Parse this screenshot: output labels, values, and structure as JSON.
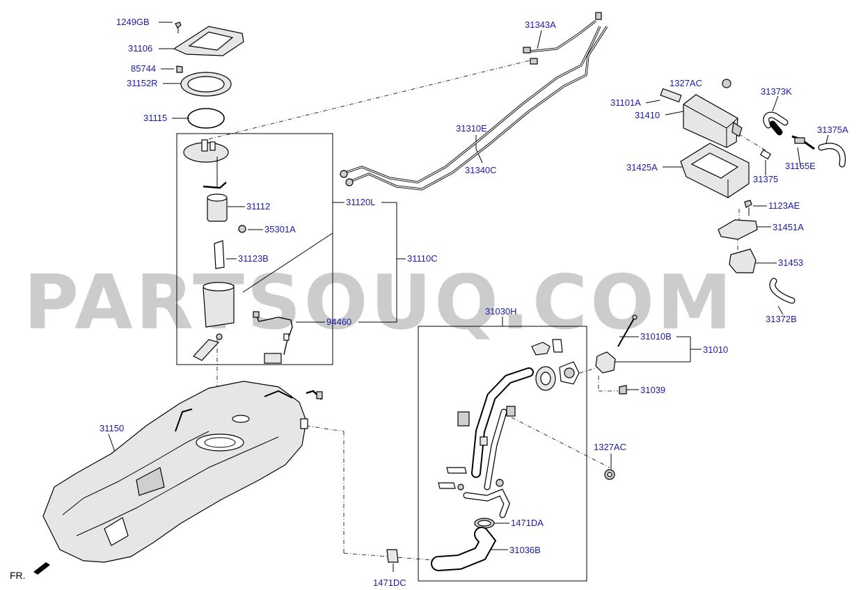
{
  "watermark": "PARTSOUQ.COM",
  "orientation_label": "FR.",
  "parts": {
    "p1249GB": "1249GB",
    "p31106": "31106",
    "p85744": "85744",
    "p31152R": "31152R",
    "p31115": "31115",
    "p31112": "31112",
    "p35301A": "35301A",
    "p31123B": "31123B",
    "p31120L": "31120L",
    "p31110C": "31110C",
    "p94460": "94460",
    "p31343A": "31343A",
    "p31310E": "31310E",
    "p31340C": "31340C",
    "p1327AC_top": "1327AC",
    "p31101A": "31101A",
    "p31410": "31410",
    "p31373K": "31373K",
    "p31375A": "31375A",
    "p31165E": "31165E",
    "p31425A": "31425A",
    "p31375": "31375",
    "p1123AE": "1123AE",
    "p31451A": "31451A",
    "p31453": "31453",
    "p31372B": "31372B",
    "p31030H": "31030H",
    "p31010B": "31010B",
    "p31010": "31010",
    "p31039": "31039",
    "p1327AC_bottom": "1327AC",
    "p31150": "31150",
    "p1471DA": "1471DA",
    "p31036B": "31036B",
    "p1471DC": "1471DC"
  }
}
